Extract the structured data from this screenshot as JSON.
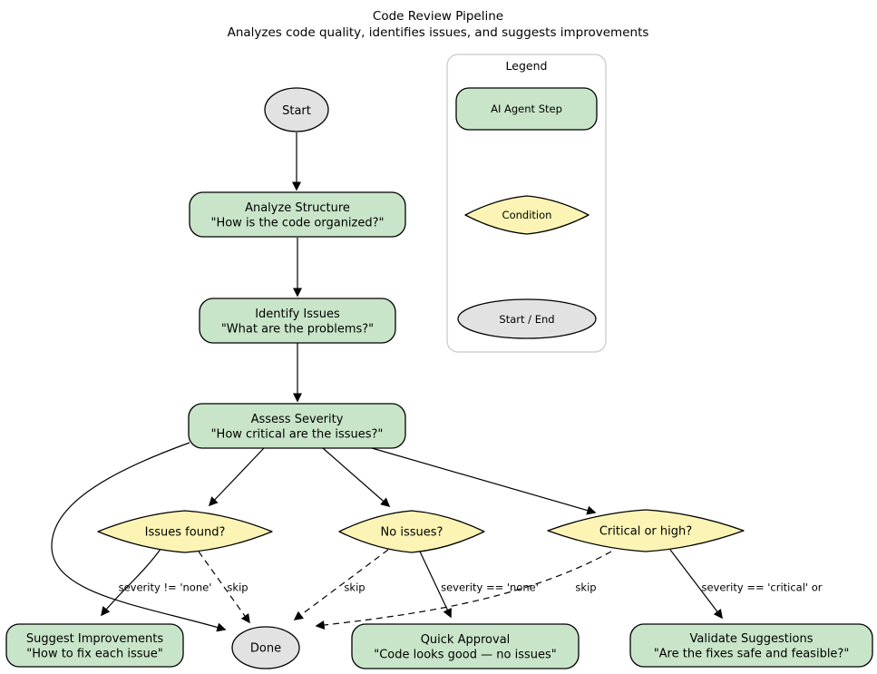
{
  "title": {
    "line1": "Code Review Pipeline",
    "line2": "Analyzes code quality, identifies issues, and suggests improvements"
  },
  "legend": {
    "title": "Legend",
    "items": [
      {
        "shape": "rounded-rect",
        "label": "AI Agent Step"
      },
      {
        "shape": "diamond",
        "label": "Condition"
      },
      {
        "shape": "ellipse",
        "label": "Start / End"
      }
    ]
  },
  "nodes": {
    "start": {
      "label": "Start"
    },
    "analyze": {
      "title": "Analyze Structure",
      "subtitle": "\"How is the code organized?\""
    },
    "identify": {
      "title": "Identify Issues",
      "subtitle": "\"What are the problems?\""
    },
    "assess": {
      "title": "Assess Severity",
      "subtitle": "\"How critical are the issues?\""
    },
    "issues_found": {
      "label": "Issues found?"
    },
    "no_issues": {
      "label": "No issues?"
    },
    "critical": {
      "label": "Critical or high?"
    },
    "suggest": {
      "title": "Suggest Improvements",
      "subtitle": "\"How to fix each issue\""
    },
    "done": {
      "label": "Done"
    },
    "quick": {
      "title": "Quick Approval",
      "subtitle": "\"Code looks good — no issues\""
    },
    "validate": {
      "title": "Validate Suggestions",
      "subtitle": "\"Are the fixes safe and feasible?\""
    }
  },
  "edge_labels": {
    "issues_to_suggest": "severity != 'none'",
    "issues_to_done": "skip",
    "no_issues_to_done": "skip",
    "no_issues_to_quick": "severity == 'none'",
    "critical_to_done": "skip",
    "critical_to_validate": "severity == 'critical' or"
  },
  "colors": {
    "agent_step": "#c9e5c9",
    "condition": "#fbf4b5",
    "terminal": "#e2e2e2",
    "edge": "#000000",
    "legend_border": "#c8c8c8"
  }
}
